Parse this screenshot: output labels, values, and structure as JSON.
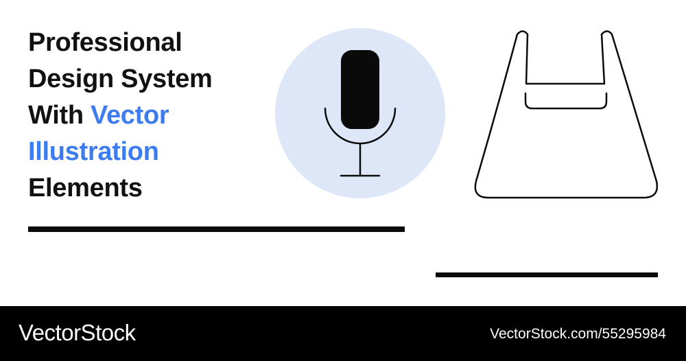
{
  "headline": {
    "line1": "Professional",
    "line2": "Design System",
    "line3_plain": "With ",
    "line3_accent": "Vector",
    "line4_accent": "Illustration",
    "line5": "Elements"
  },
  "icons": {
    "microphone": "microphone-icon",
    "bag": "plastic-bag-icon"
  },
  "colors": {
    "accent": "#3d7cf0",
    "circle": "#dde7f8",
    "ink": "#111111",
    "footer_bg": "#000000"
  },
  "footer": {
    "brand": "VectorStock",
    "url": "VectorStock.com/55295984"
  }
}
